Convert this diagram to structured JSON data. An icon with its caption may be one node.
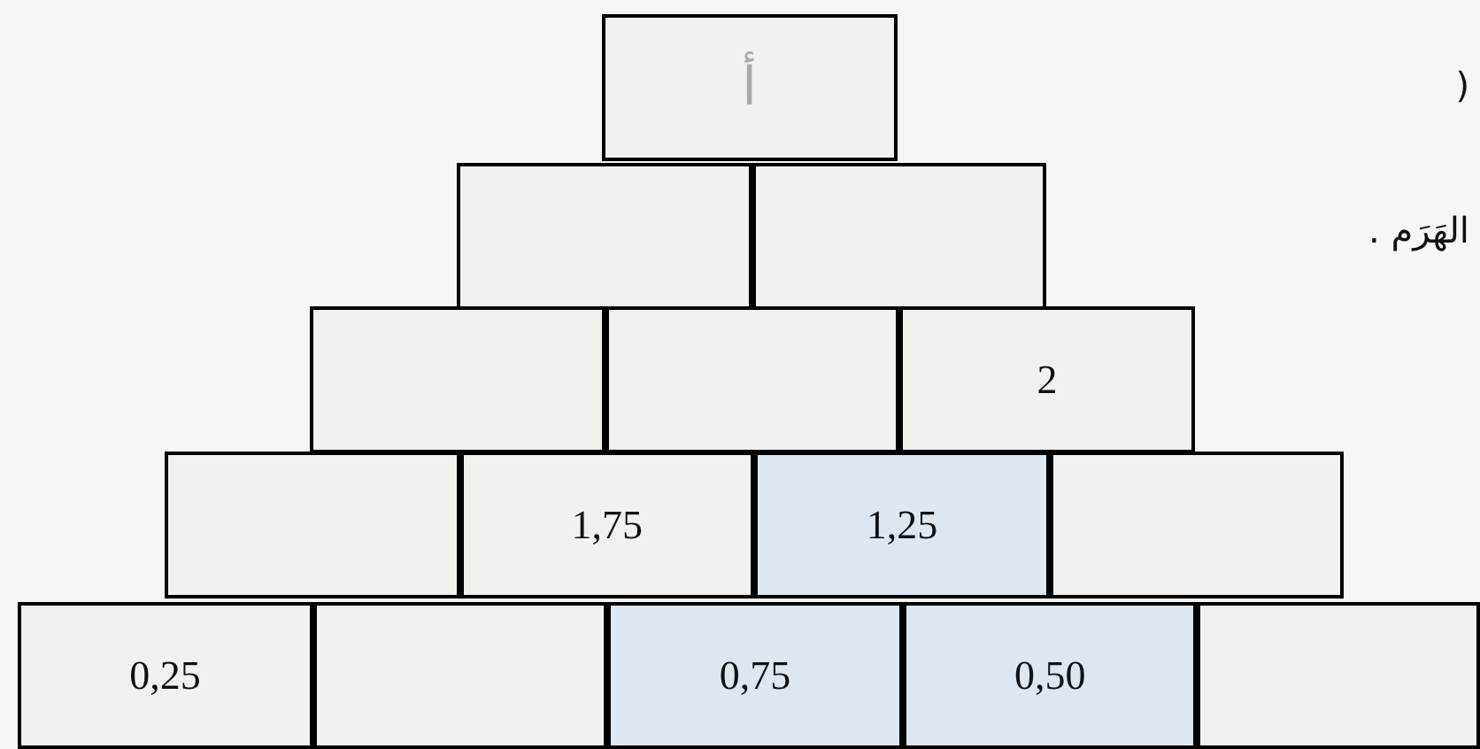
{
  "diagram": {
    "nodes": [
      {
        "text": [
          "أ"
        ]
      },
      {
        "text": [],
        "shape": "box"
      },
      {
        "text": [],
        "shape": "box"
      },
      {
        "text": [],
        "shape": "box"
      },
      {
        "text": [],
        "shape": "box"
      },
      {
        "text": [
          "2"
        ]
      },
      {
        "text": [],
        "shape": "box"
      },
      {
        "text": [
          "1,75"
        ]
      },
      {
        "text": [
          "1,25"
        ]
      },
      {
        "text": [],
        "shape": "box"
      },
      {
        "text": [
          "0,25"
        ]
      },
      {
        "text": [],
        "shape": "box"
      },
      {
        "text": [
          "0,75"
        ]
      },
      {
        "text": [
          "0,50"
        ]
      },
      {
        "text": [],
        "shape": "box"
      }
    ],
    "labels": [
      "(",
      "الهَرَم ."
    ]
  }
}
